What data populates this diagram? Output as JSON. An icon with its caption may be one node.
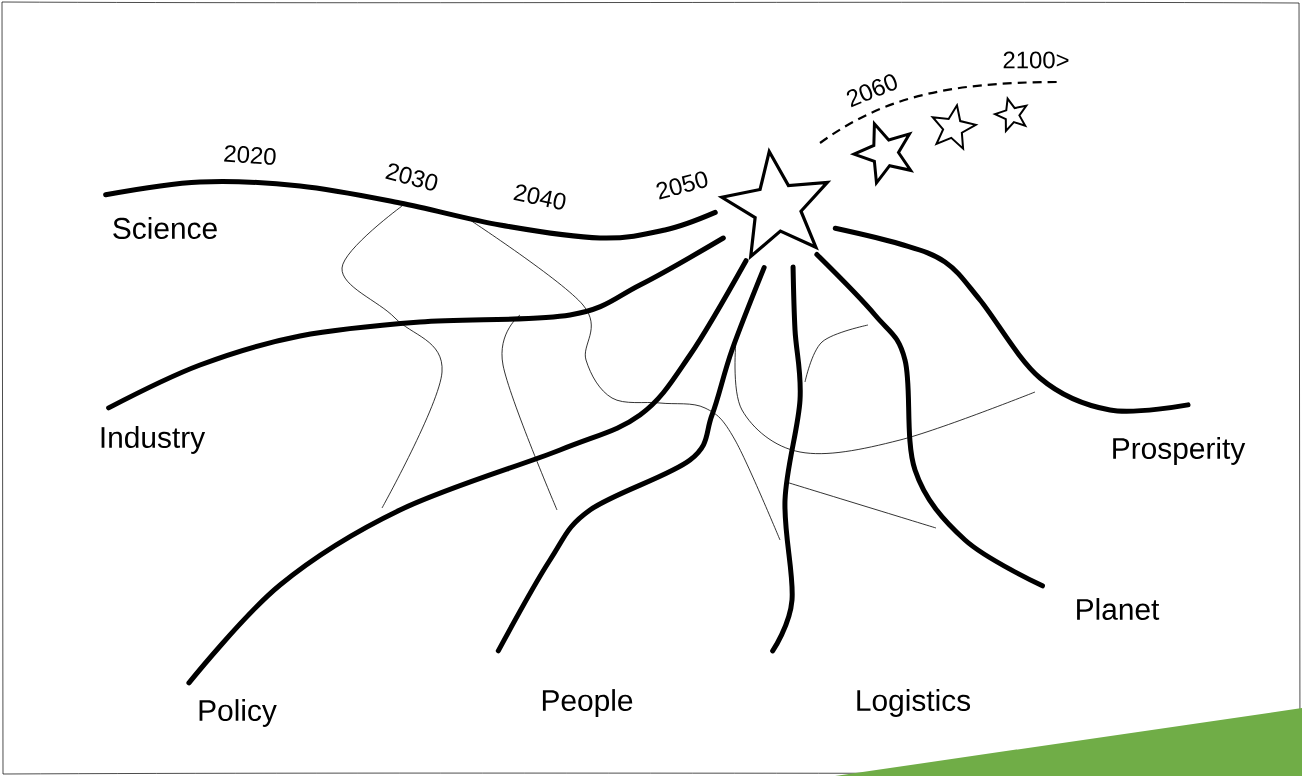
{
  "diagram": {
    "nodes": [
      {
        "text": [
          "Science"
        ]
      },
      {
        "text": [
          "Industry"
        ]
      },
      {
        "text": [
          "Policy"
        ]
      },
      {
        "text": [
          "People"
        ]
      },
      {
        "text": [
          "Logistics"
        ]
      },
      {
        "text": [
          "Planet"
        ]
      },
      {
        "text": [
          "Prosperity"
        ]
      },
      {
        "text": [],
        "shape": "star"
      }
    ],
    "edges": [
      {
        "from": 0,
        "to": 7,
        "arrow": "none"
      },
      {
        "from": 1,
        "to": 7,
        "arrow": "none"
      },
      {
        "from": 2,
        "to": 7,
        "arrow": "none"
      },
      {
        "from": 3,
        "to": 7,
        "arrow": "none"
      },
      {
        "from": 4,
        "to": 7,
        "arrow": "none"
      },
      {
        "from": 5,
        "to": 7,
        "arrow": "none"
      },
      {
        "from": 6,
        "to": 7,
        "arrow": "none"
      }
    ],
    "labels": [
      "2020",
      "2030",
      "2040",
      "2050",
      "2060",
      "2100>"
    ]
  }
}
